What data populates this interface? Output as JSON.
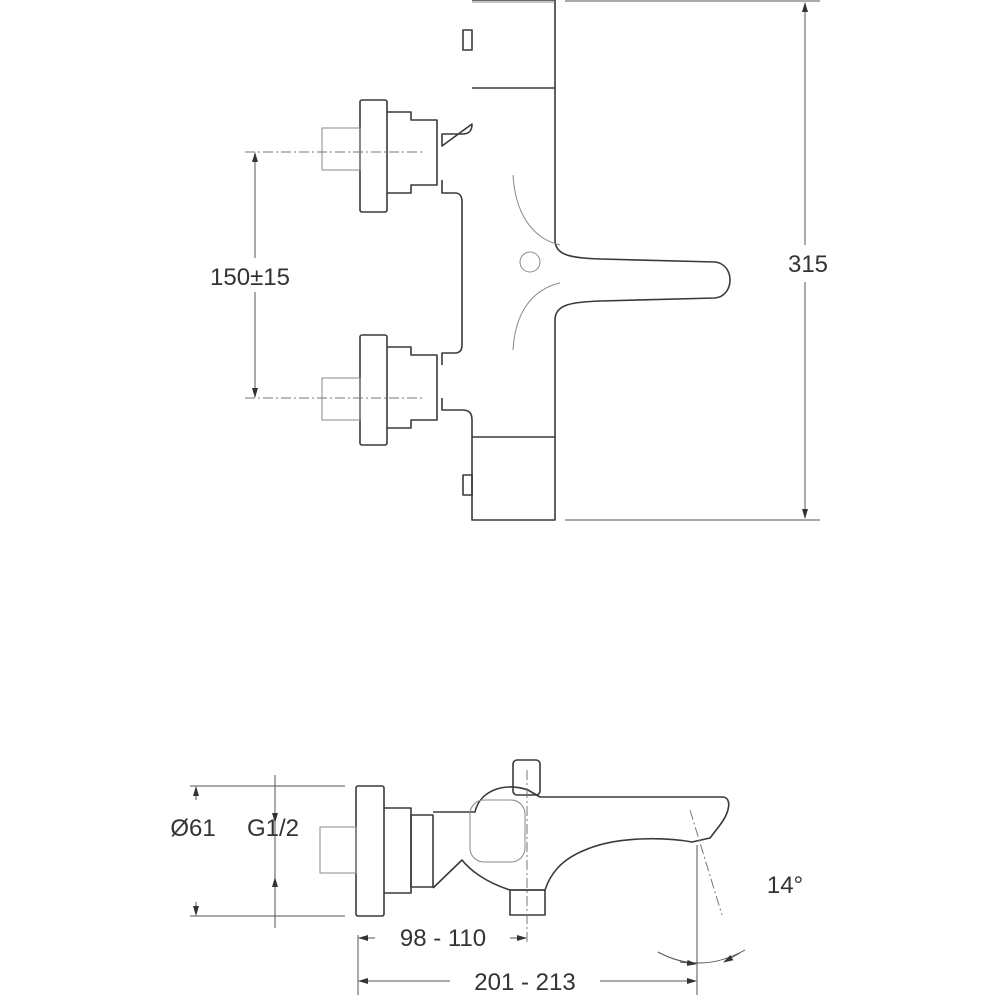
{
  "drawing": {
    "top_view": {
      "inlet_spacing": "150±15",
      "height": "315"
    },
    "side_view": {
      "flange_diameter": "Ø61",
      "thread": "G1/2",
      "projection_to_outlet": "98 - 110",
      "total_depth": "201 - 213",
      "spout_angle": "14°"
    }
  }
}
